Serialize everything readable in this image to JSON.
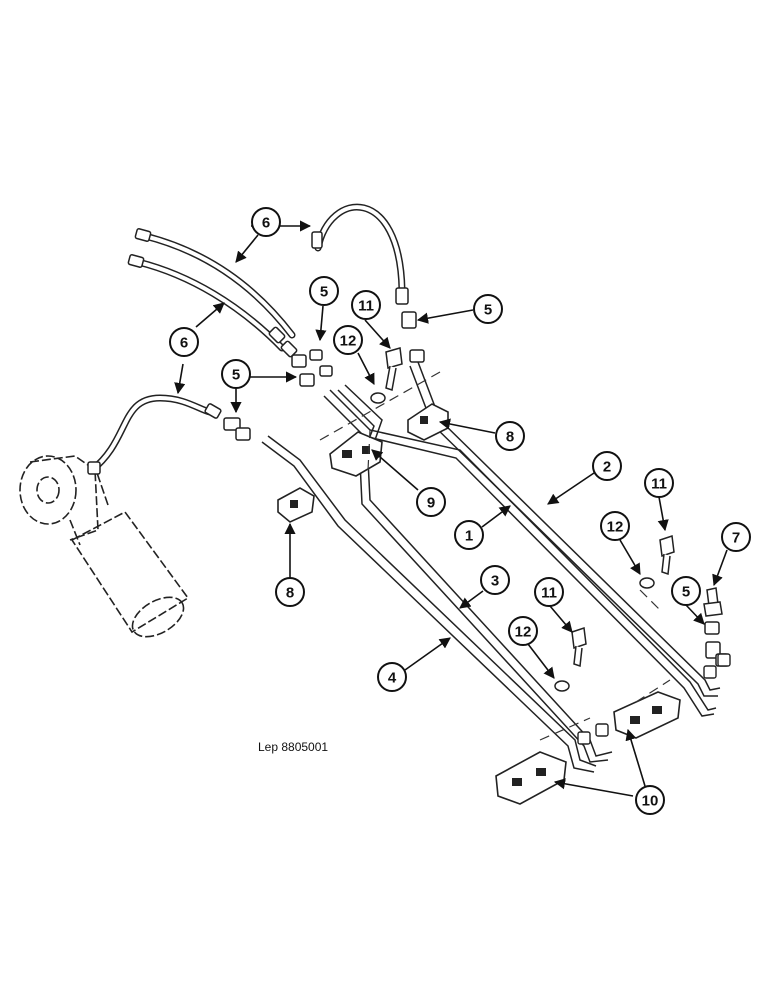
{
  "diagram": {
    "reference": "Lep 8805001",
    "callouts": [
      {
        "id": "c6a",
        "label": "6"
      },
      {
        "id": "c6b",
        "label": "6"
      },
      {
        "id": "c5a",
        "label": "5"
      },
      {
        "id": "c5b",
        "label": "5"
      },
      {
        "id": "c5c",
        "label": "5"
      },
      {
        "id": "c5d",
        "label": "5"
      },
      {
        "id": "c11a",
        "label": "11"
      },
      {
        "id": "c12a",
        "label": "12"
      },
      {
        "id": "c8a",
        "label": "8"
      },
      {
        "id": "c8b",
        "label": "8"
      },
      {
        "id": "c9",
        "label": "9"
      },
      {
        "id": "c2",
        "label": "2"
      },
      {
        "id": "c1",
        "label": "1"
      },
      {
        "id": "c11b",
        "label": "11"
      },
      {
        "id": "c12b",
        "label": "12"
      },
      {
        "id": "c7",
        "label": "7"
      },
      {
        "id": "c3",
        "label": "3"
      },
      {
        "id": "c4",
        "label": "4"
      },
      {
        "id": "c11c",
        "label": "11"
      },
      {
        "id": "c12c",
        "label": "12"
      },
      {
        "id": "c10",
        "label": "10"
      }
    ]
  }
}
